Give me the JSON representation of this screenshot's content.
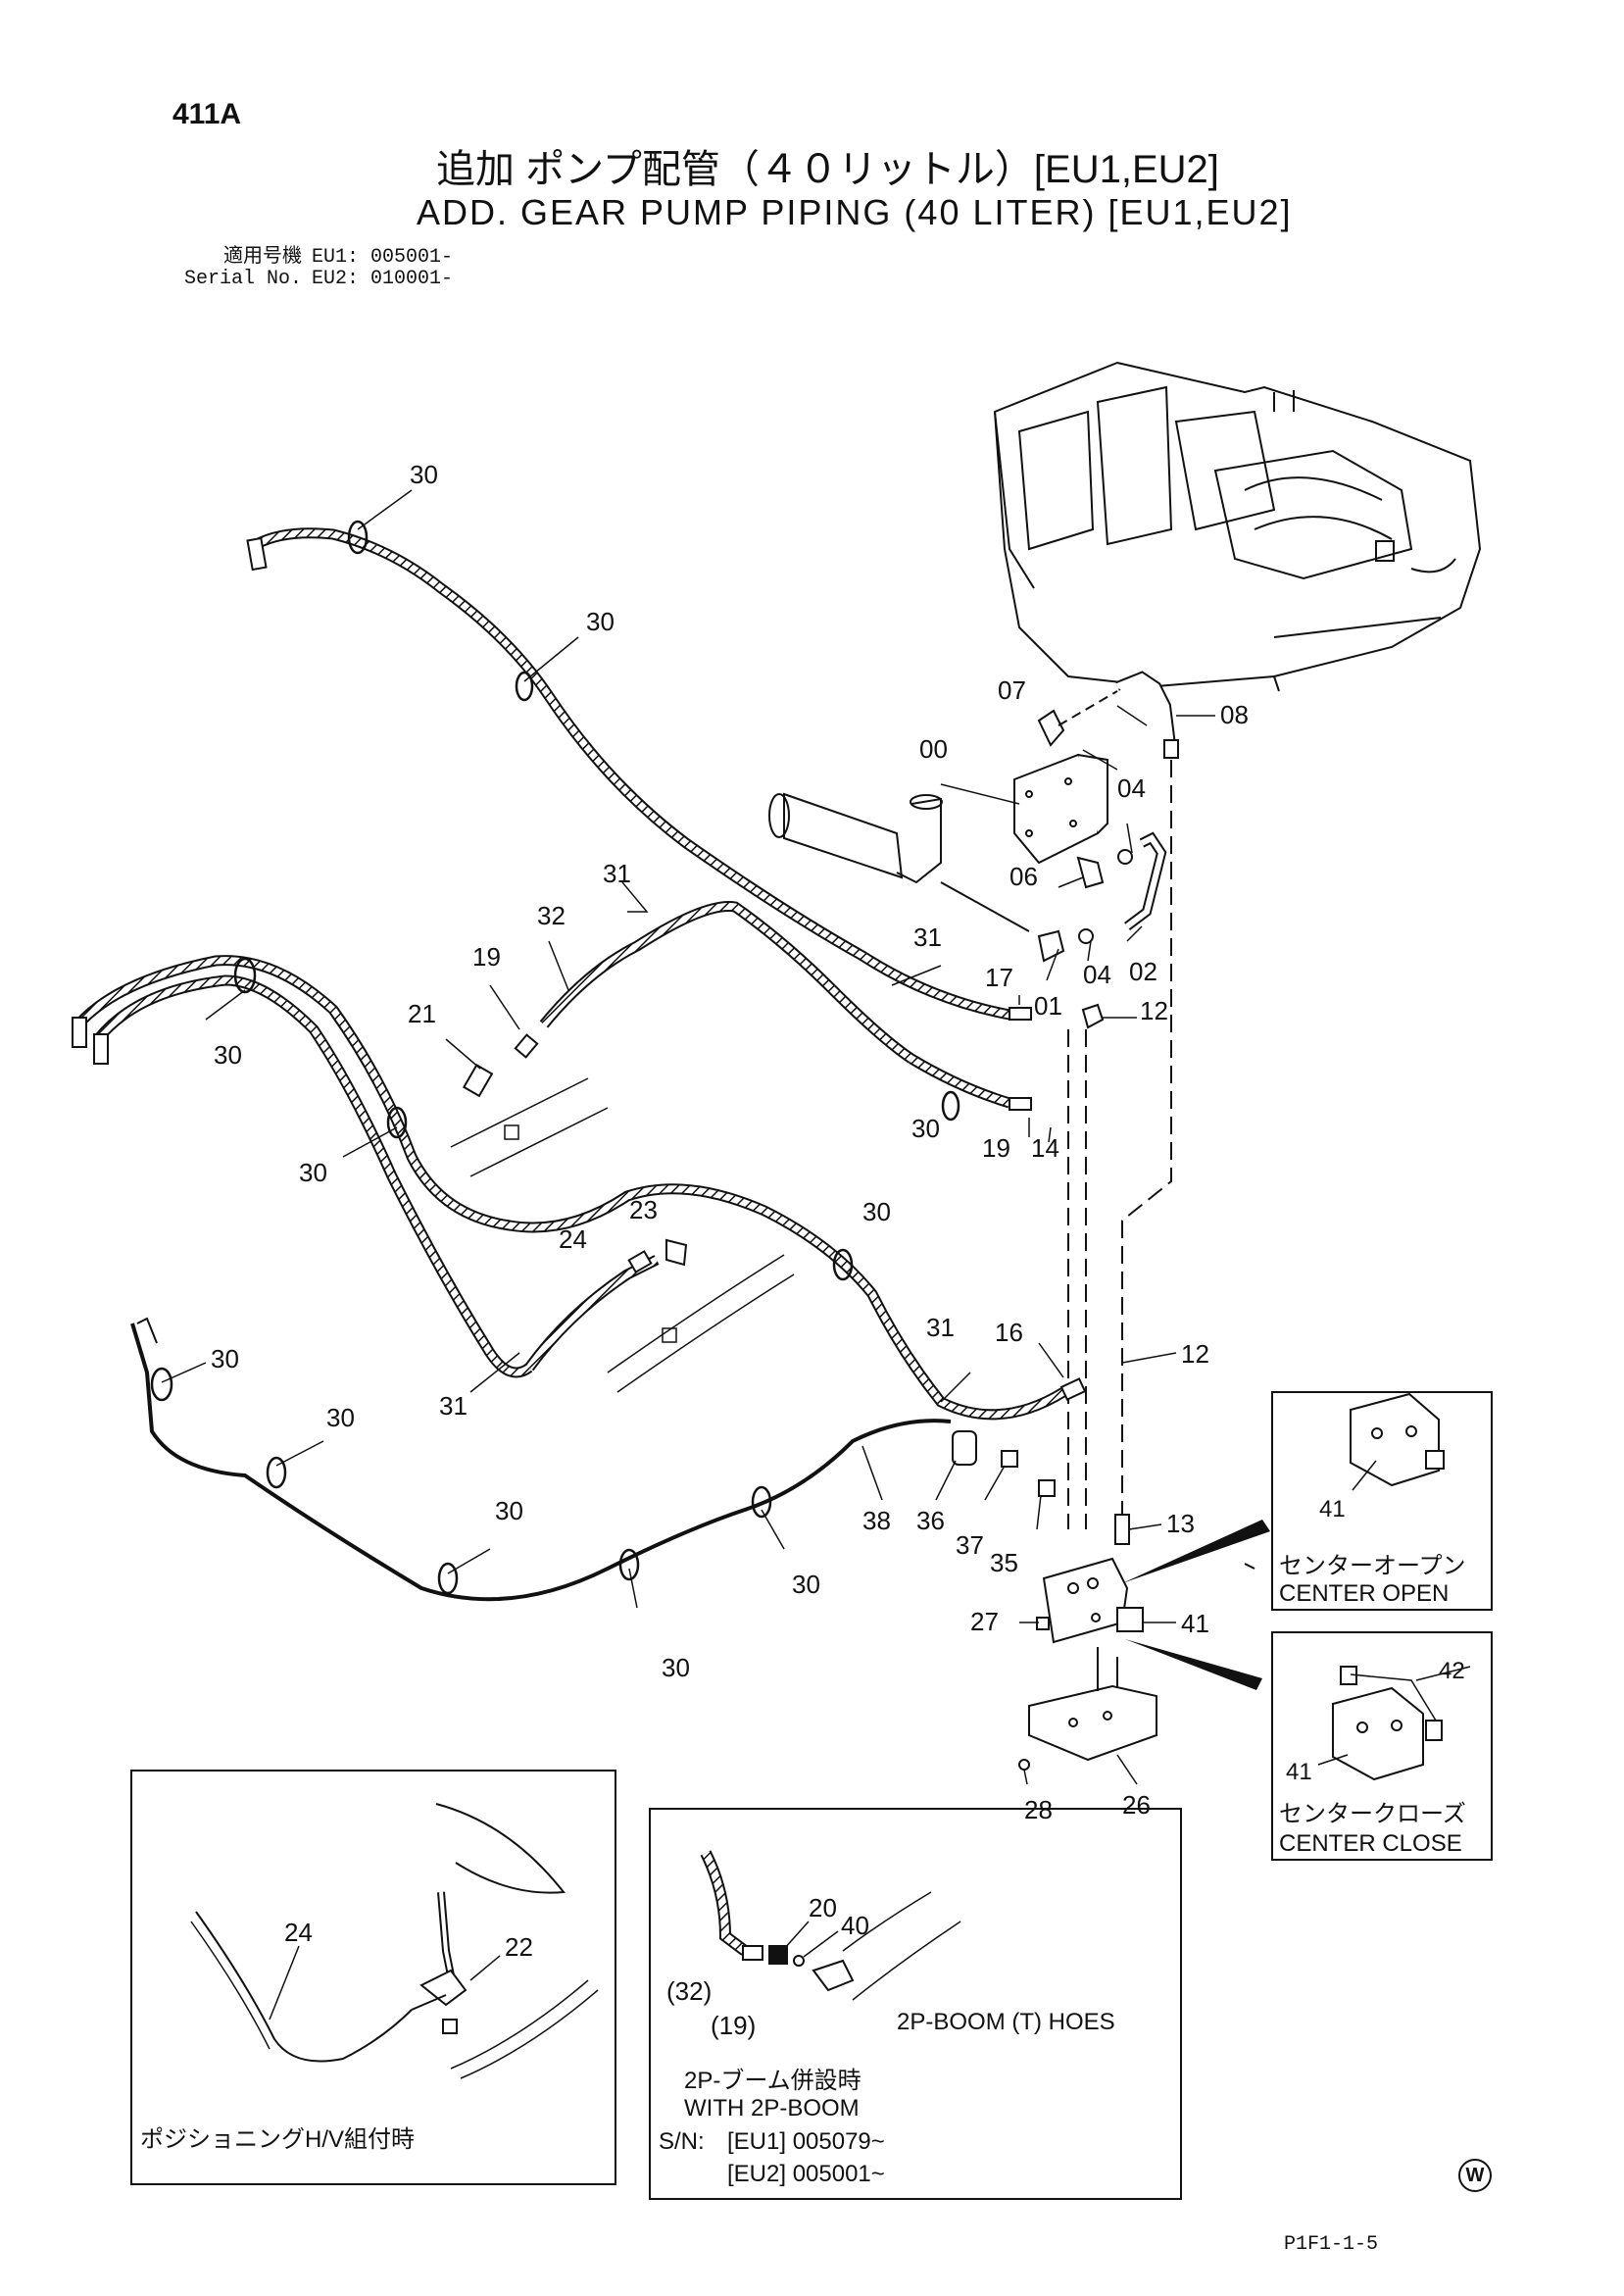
{
  "header": {
    "page_id": "411A",
    "title_jp": "追加 ポンプ配管（４０リットル）[EU1,EU2]",
    "title_en": "ADD. GEAR PUMP PIPING (40 LITER) [EU1,EU2]",
    "serial_label_jp": "適用号機",
    "serial_label_en": "Serial No.",
    "serial_eu1": "EU1: 005001-",
    "serial_eu2": "EU2: 010001-"
  },
  "part_labels": [
    "30",
    "30",
    "30",
    "30",
    "30",
    "30",
    "30",
    "30",
    "30",
    "30",
    "30",
    "31",
    "31",
    "31",
    "31",
    "32",
    "19",
    "21",
    "17",
    "01",
    "04",
    "04",
    "02",
    "12",
    "12",
    "19",
    "14",
    "16",
    "13",
    "07",
    "08",
    "00",
    "06",
    "24",
    "23",
    "38",
    "36",
    "37",
    "35",
    "27",
    "41",
    "28",
    "26"
  ],
  "inset_positioning": {
    "caption": "ポジショニングH/V組付時",
    "labels": [
      "24",
      "22"
    ]
  },
  "inset_2p_boom": {
    "labels": [
      "20",
      "40",
      "(32)",
      "(19)"
    ],
    "hose_label": "2P-BOOM (T) HOES",
    "caption_jp": "2P-ブーム併設時",
    "caption_en": "WITH 2P-BOOM",
    "sn_label": "S/N:",
    "sn_eu1": "[EU1] 005079~",
    "sn_eu2": "[EU2] 005001~"
  },
  "inset_center_open": {
    "part": "41",
    "caption_jp": "センターオープン",
    "caption_en": "CENTER OPEN"
  },
  "inset_center_close": {
    "parts": [
      "42",
      "41"
    ],
    "caption_jp": "センタークローズ",
    "caption_en": "CENTER CLOSE"
  },
  "footer": {
    "code": "P1F1-1-5",
    "mark": "W"
  }
}
